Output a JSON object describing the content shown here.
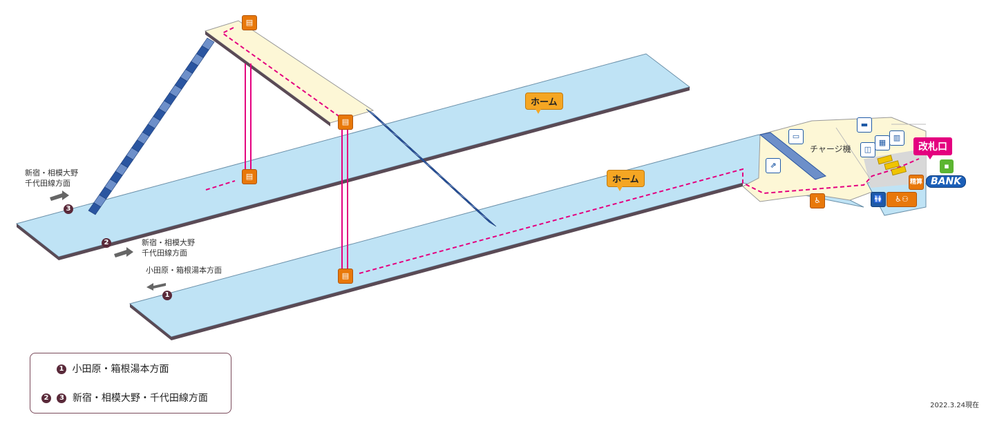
{
  "platform_labels": {
    "home_upper": "ホーム",
    "home_lower": "ホーム"
  },
  "gate": {
    "label": "改札口"
  },
  "charge_machine": {
    "label": "チャージ機"
  },
  "direction_labels": {
    "upper_shinjuku": [
      "新宿・相模大野",
      "千代田線方面"
    ],
    "lower_shinjuku": [
      "新宿・相模大野",
      "千代田線方面"
    ],
    "lower_odawara": "小田原・箱根湯本方面"
  },
  "track_numbers": {
    "one": "❶",
    "two": "❷",
    "three": "❸"
  },
  "legend": {
    "row1_numbers": [
      "❶"
    ],
    "row1_text": "小田原・箱根湯本方面",
    "row2_numbers": [
      "❷",
      "❸"
    ],
    "row2_text": "新宿・相模大野・千代田線方面"
  },
  "icons": {
    "elevator": "elevator-icon",
    "accessible": "wheelchair-icon",
    "toilet": "toilet-icon",
    "ticket_machine": "ticket-machine-icon",
    "fare_adjustment": "精算",
    "bank": "BANK",
    "escalator": "escalator-icon"
  },
  "colors": {
    "platform": "#bfe3f5",
    "platform_edge": "#5a4a55",
    "concourse": "#fdf7d6",
    "stairs": "#2a55a0",
    "route": "#e4007f",
    "gate": "#e4007f",
    "home_tag": "#f5a623"
  },
  "date_note": "2022.3.24現在"
}
